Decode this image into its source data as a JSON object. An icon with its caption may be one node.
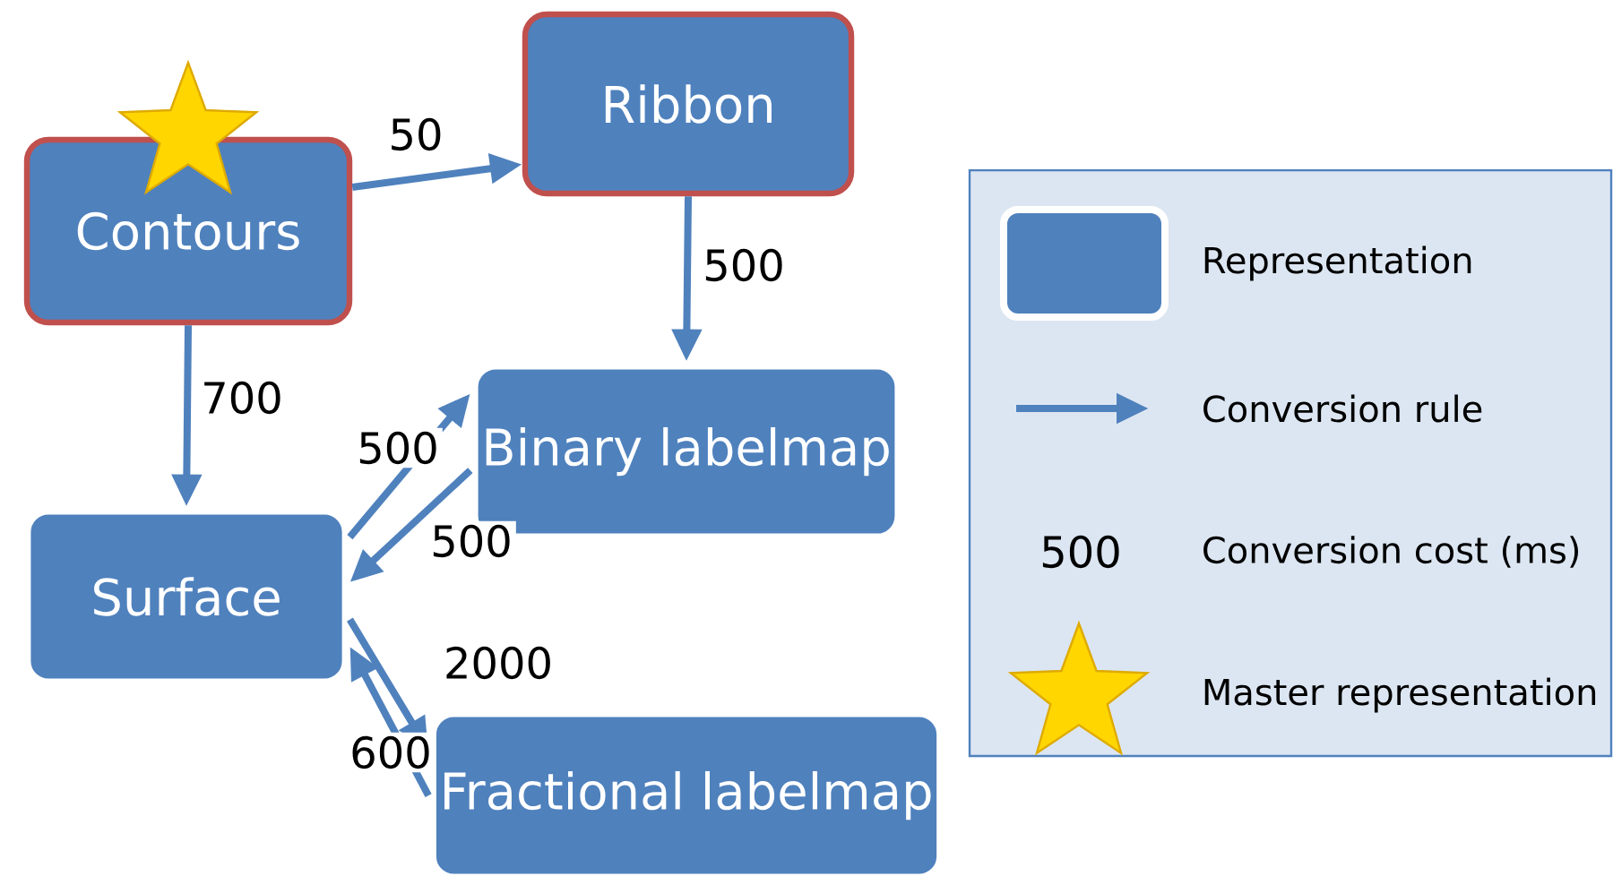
{
  "diagram": {
    "nodes": [
      {
        "text": [
          "Contours"
        ]
      },
      {
        "text": [
          "Ribbon"
        ]
      },
      {
        "text": [
          "Binary labelmap"
        ]
      },
      {
        "text": [
          "Surface"
        ]
      },
      {
        "text": [
          "Fractional labelmap"
        ]
      }
    ],
    "edges": [
      {
        "from": 0,
        "to": 1,
        "arrow": "to",
        "label": "50"
      },
      {
        "from": 1,
        "to": 2,
        "arrow": "to",
        "label": "500"
      },
      {
        "from": 0,
        "to": 3,
        "arrow": "to",
        "label": "700"
      },
      {
        "from": 3,
        "to": 2,
        "arrow": "to",
        "label": "500"
      },
      {
        "from": 2,
        "to": 3,
        "arrow": "to",
        "label": "500"
      },
      {
        "from": 3,
        "to": 4,
        "arrow": "to",
        "label": "2000"
      },
      {
        "from": 4,
        "to": 3,
        "arrow": "to",
        "label": "600"
      }
    ],
    "labels": [
      "500"
    ],
    "legend": [
      {
        "text": "Representation",
        "color": "#4f81bd"
      },
      {
        "text": "Conversion rule"
      },
      {
        "text": "Conversion cost (ms)"
      },
      {
        "text": "Master representation"
      }
    ]
  }
}
